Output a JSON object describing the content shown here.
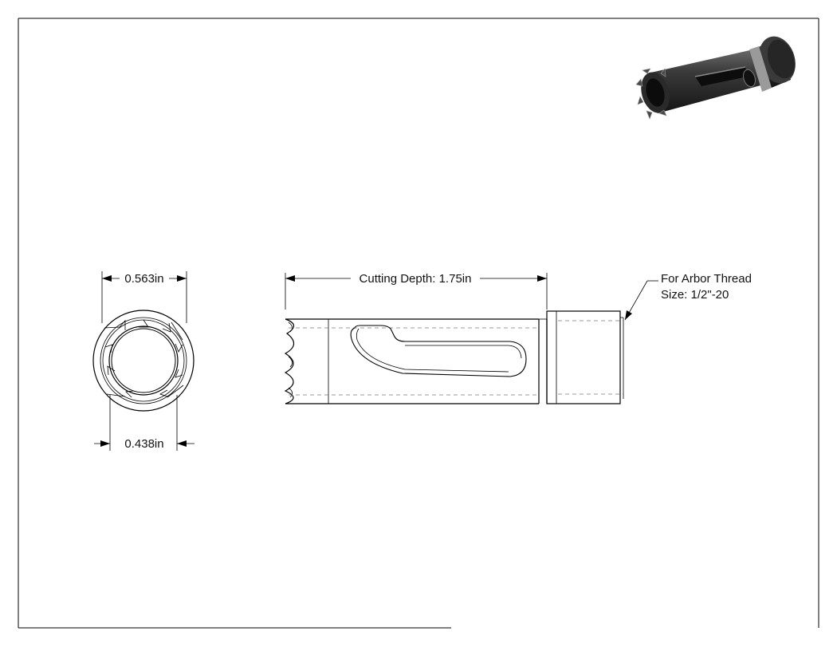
{
  "drawing": {
    "dimensions": {
      "outer_diameter": "0.563in",
      "inner_diameter": "0.438in",
      "cutting_depth": "Cutting Depth: 1.75in"
    },
    "note": {
      "line1": "For Arbor Thread",
      "line2": "Size: 1/2\"-20"
    }
  }
}
